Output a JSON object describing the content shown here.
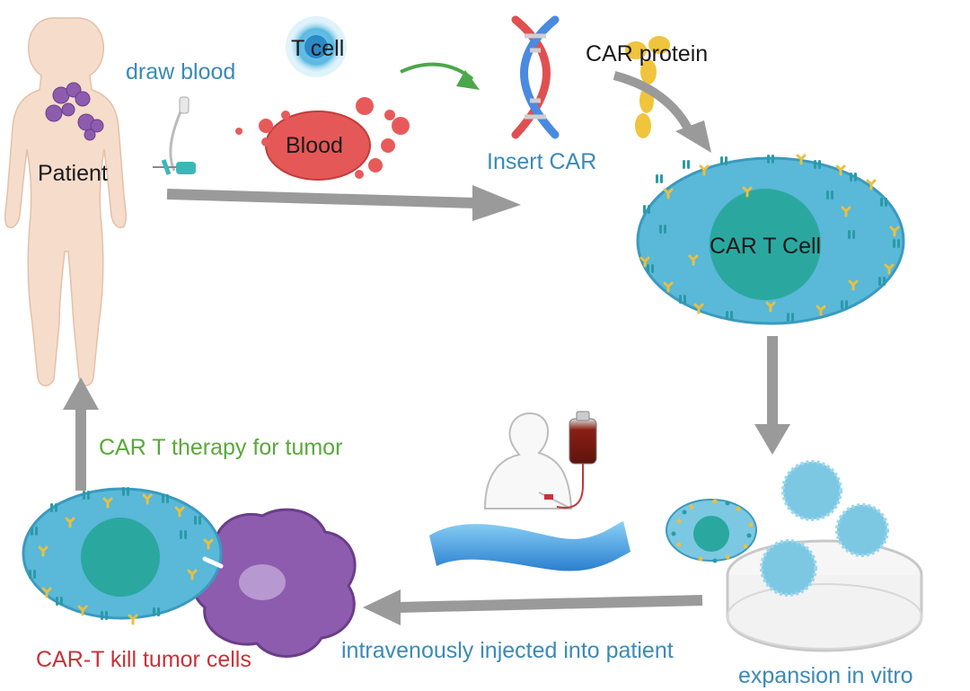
{
  "labels": {
    "draw_blood": "draw blood",
    "patient": "Patient",
    "t_cell": "T cell",
    "blood": "Blood",
    "insert_car": "Insert CAR",
    "car_protein": "CAR protein",
    "car_t_cell": "CAR T Cell",
    "car_t_therapy": "CAR T therapy for tumor",
    "car_t_kill": "CAR-T kill tumor cells",
    "intravenously": "intravenously injected into patient",
    "expansion": "expansion in vitro"
  },
  "colors": {
    "label_blue": "#3a8ab8",
    "label_green": "#5aa83a",
    "label_red": "#c8323a",
    "cell_blue": "#5ab8d8",
    "nucleus_teal": "#2aa8a0",
    "tumor_purple": "#8e5cae",
    "blood_red": "#e85a5a",
    "arrow_gray": "#9a9a9a",
    "skin": "#f6dccb"
  }
}
